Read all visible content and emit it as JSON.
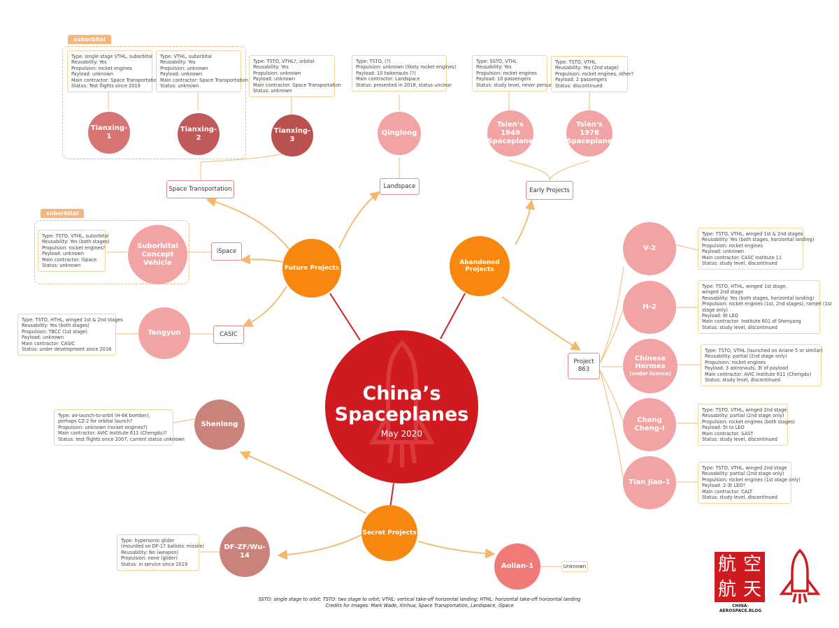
{
  "main": {
    "title_line1": "China’s",
    "title_line2": "Spaceplanes",
    "date": "May 2020"
  },
  "hubs": {
    "future": "Future Projects",
    "abandoned": "Abandoned Projects",
    "secret": "Secret Projects"
  },
  "labels": {
    "space_transportation": "Space Transportation",
    "landspace": "Landspace",
    "early_projects": "Early Projects",
    "ispace": "iSpace",
    "casic": "CASIC",
    "project863_l1": "Project",
    "project863_l2": "863",
    "unknown": "Unknown"
  },
  "tags": {
    "suborbital_top": "suborbital",
    "suborbital_left": "suborbital"
  },
  "projects": {
    "tianxing1": "Tianxing-1",
    "tianxing2": "Tianxing-2",
    "tianxing3": "Tianxing-3",
    "qinglong": "Qinglong",
    "tsien1949_l1": "Tsien's 1949",
    "tsien1949_l2": "Spaceplane",
    "tsien1978_l1": "Tsien's 1978",
    "tsien1978_l2": "Spaceplane",
    "suborbital_l1": "Suborbital",
    "suborbital_l2": "Concept Vehicle",
    "tengyun": "Tengyun",
    "shenlong": "Shenlong",
    "dfzf": "DF-ZF/Wu-14",
    "aolian": "Aolian-1",
    "v2": "V-2",
    "h2": "H-2",
    "hermes_l1": "Chinese",
    "hermes_l2": "Hermes",
    "hermes_l3": "(under licence)",
    "chang_l1": "Chang",
    "chang_l2": "Cheng-I",
    "tian_l1": "Tian Jiao-1"
  },
  "info": {
    "tianxing1": [
      "Type: single stage VTHL, suborbital",
      "Reusability: Yes",
      "Propulsion: rocket engines",
      "Payload: unknown",
      "Main contractor: Space Transportation",
      "Status: Test flights since 2019"
    ],
    "tianxing2": [
      "Type: VTHL, suborbital",
      "Reusability: Yes",
      "Propulsion: unknown",
      "Payload: unknown",
      "Main contractor: Space Transportation",
      "Status: unknown"
    ],
    "tianxing3": [
      "Type: TSTO, VTHL?, orbital",
      "Reusability: Yes",
      "Propulsion: unknown",
      "Payload: unknown",
      "Main contractor: Space Transportation",
      "Status: unknown"
    ],
    "qinglong": [
      "Type: TSTO, (?)",
      "Propulsion: unknown (likely rocket engines)",
      "Payload: 10 taikonauts (?)",
      "Main contractor: Landspace",
      "Status: presented in 2018, status unclear"
    ],
    "tsien1949": [
      "Type: SSTO, VTHL",
      "Reusability: Yes",
      "Propulsion: rocket engines",
      "Payload: 10 passengers",
      "Status: study level, never persued"
    ],
    "tsien1978": [
      "Type: TSTO, VTHL",
      "Reusability: Yes (2nd stage)",
      "Propulsion: rocket engines, other?",
      "Payload: 2 passengers",
      "Status: discontinued"
    ],
    "suborbital": [
      "Type: TSTO, VTHL, suborbital",
      "Reusability: Yes (both stages)",
      "Propulsion: rocket engines?",
      "Payload: unknown",
      "Main contractor: iSpace",
      "Status: unknown"
    ],
    "tengyun": [
      "Type: TSTO, HTHL, winged 1st & 2nd stages",
      "Reusability: Yes (both stages)",
      "Propulsion: TBCC (1st stage)",
      "Payload: unknown",
      "Main contractor: CASIC",
      "Status: under development since 2016"
    ],
    "shenlong": [
      "Type: air-launch-to-orbit (H-6K bomber),",
      "perhaps CZ-2 for orbital launch?",
      "Propulsion: unknown (rocket engines?)",
      "Main contractor: AVIC Institute 611 (Chengdu)?",
      "Status: test flights since 2007, current status unknown"
    ],
    "dfzf": [
      "Type: hypersonic glider",
      "(mounted on DF-17 ballistic missile)",
      "Reusability: No (weapon)",
      "Propulsion: none (glider)",
      "Status: in service since 2019"
    ],
    "v2": [
      "Type: TSTO, VTHL, winged 1st & 2nd stages",
      "Reusability: Yes (both stages, horizontal landing)",
      "Propulsion: rocket engines",
      "Payload: unknown",
      "Main contractor: CASC Institute 11",
      "Status: study level, discontinued"
    ],
    "h2": [
      "Type: TSTO, HTHL, winged 1st stage,",
      "winged 2nd stage",
      "Reusability: Yes (both stages, horizontal landing)",
      "Propulsion: rocket engines (1st, 2nd stages), ramjet (1st",
      "stage only)",
      "Payload: 6t LEO",
      "Main contractor: Institute 601 of Shenyang",
      "Status: study level, discontinued"
    ],
    "hermes": [
      "Type: TSTO, VTHL (launched on Ariane 5 or similar)",
      "Reusability: partial (2nd stage only)",
      "Propulsion: rocket engines",
      "Payload: 3 astronauts, 3t of payload",
      "Main contractor: AVIC Institute 611 (Chengdu)",
      "Status: study level, discontinued"
    ],
    "chang": [
      "Type: TSTO, VTHL, winged 2nd stage",
      "Reusability: partial (2nd stage only)",
      "Propulsion: rocket engines (both stages)",
      "Payload: 5t to LEO",
      "Main contractor: SAST",
      "Status: study level, discontinued"
    ],
    "tian": [
      "Type: TSTO, VTHL, winged 2nd stage",
      "Reusability: partial (2nd stage only)",
      "Propulsion: rocket engines (1st stage only)",
      "Payload: 2-3t LEO?",
      "Main contractor: CALT",
      "Status: study level, discontinued"
    ]
  },
  "footer": {
    "line1": "SSTO: single stage to orbit; TSTO: two stage to orbit; VTHL: vertical take-off horizontal landing; HTHL: horizontal take-off horizontal landing",
    "line2": "Credits for images: Mark Wade, Xinhua, Space Transportation, Landspace, iSpace"
  },
  "logo": {
    "chars": [
      "航",
      "空",
      "航",
      "天"
    ],
    "caption": "CHINA-AEROSPACE.BLOG"
  },
  "colors": {
    "main_red": "#cf1b1f",
    "hub_orange": "#f7870f",
    "project_pink": "#f2a3a3",
    "branch_orange": "#f5b86a",
    "spoke_red": "#c9242a",
    "info_border": "#f2d39a"
  }
}
